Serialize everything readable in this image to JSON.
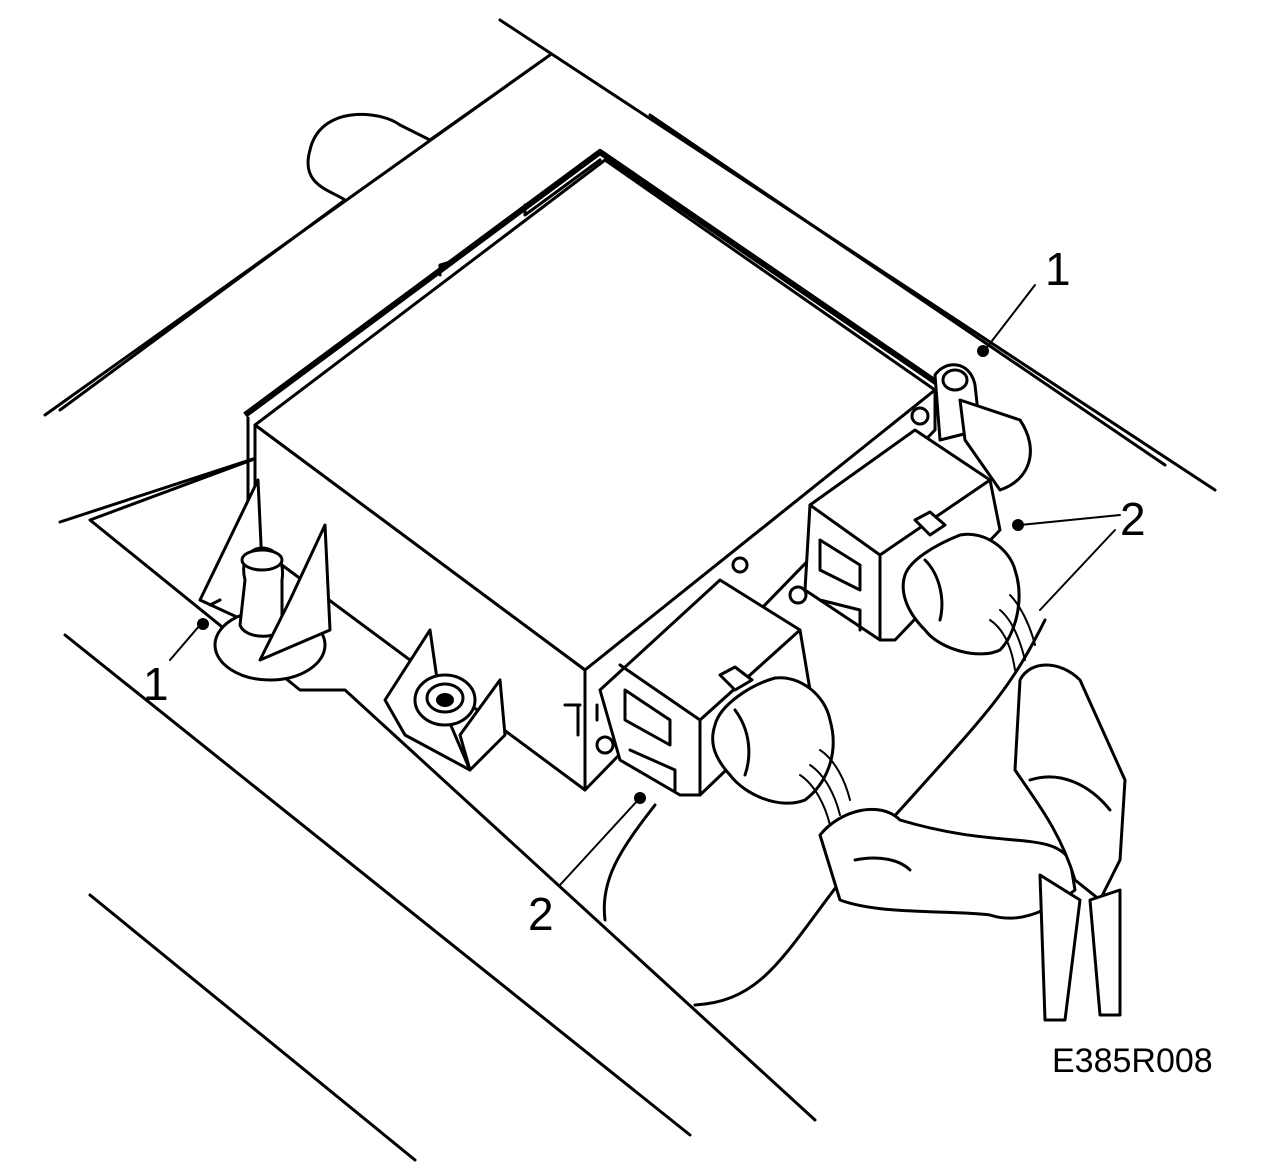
{
  "callouts": {
    "c1_left": "1",
    "c1_right": "1",
    "c2_right": "2",
    "c2_bottom": "2"
  },
  "figure_ref": "E385R008",
  "colors": {
    "line": "#000000",
    "background": "#ffffff"
  }
}
